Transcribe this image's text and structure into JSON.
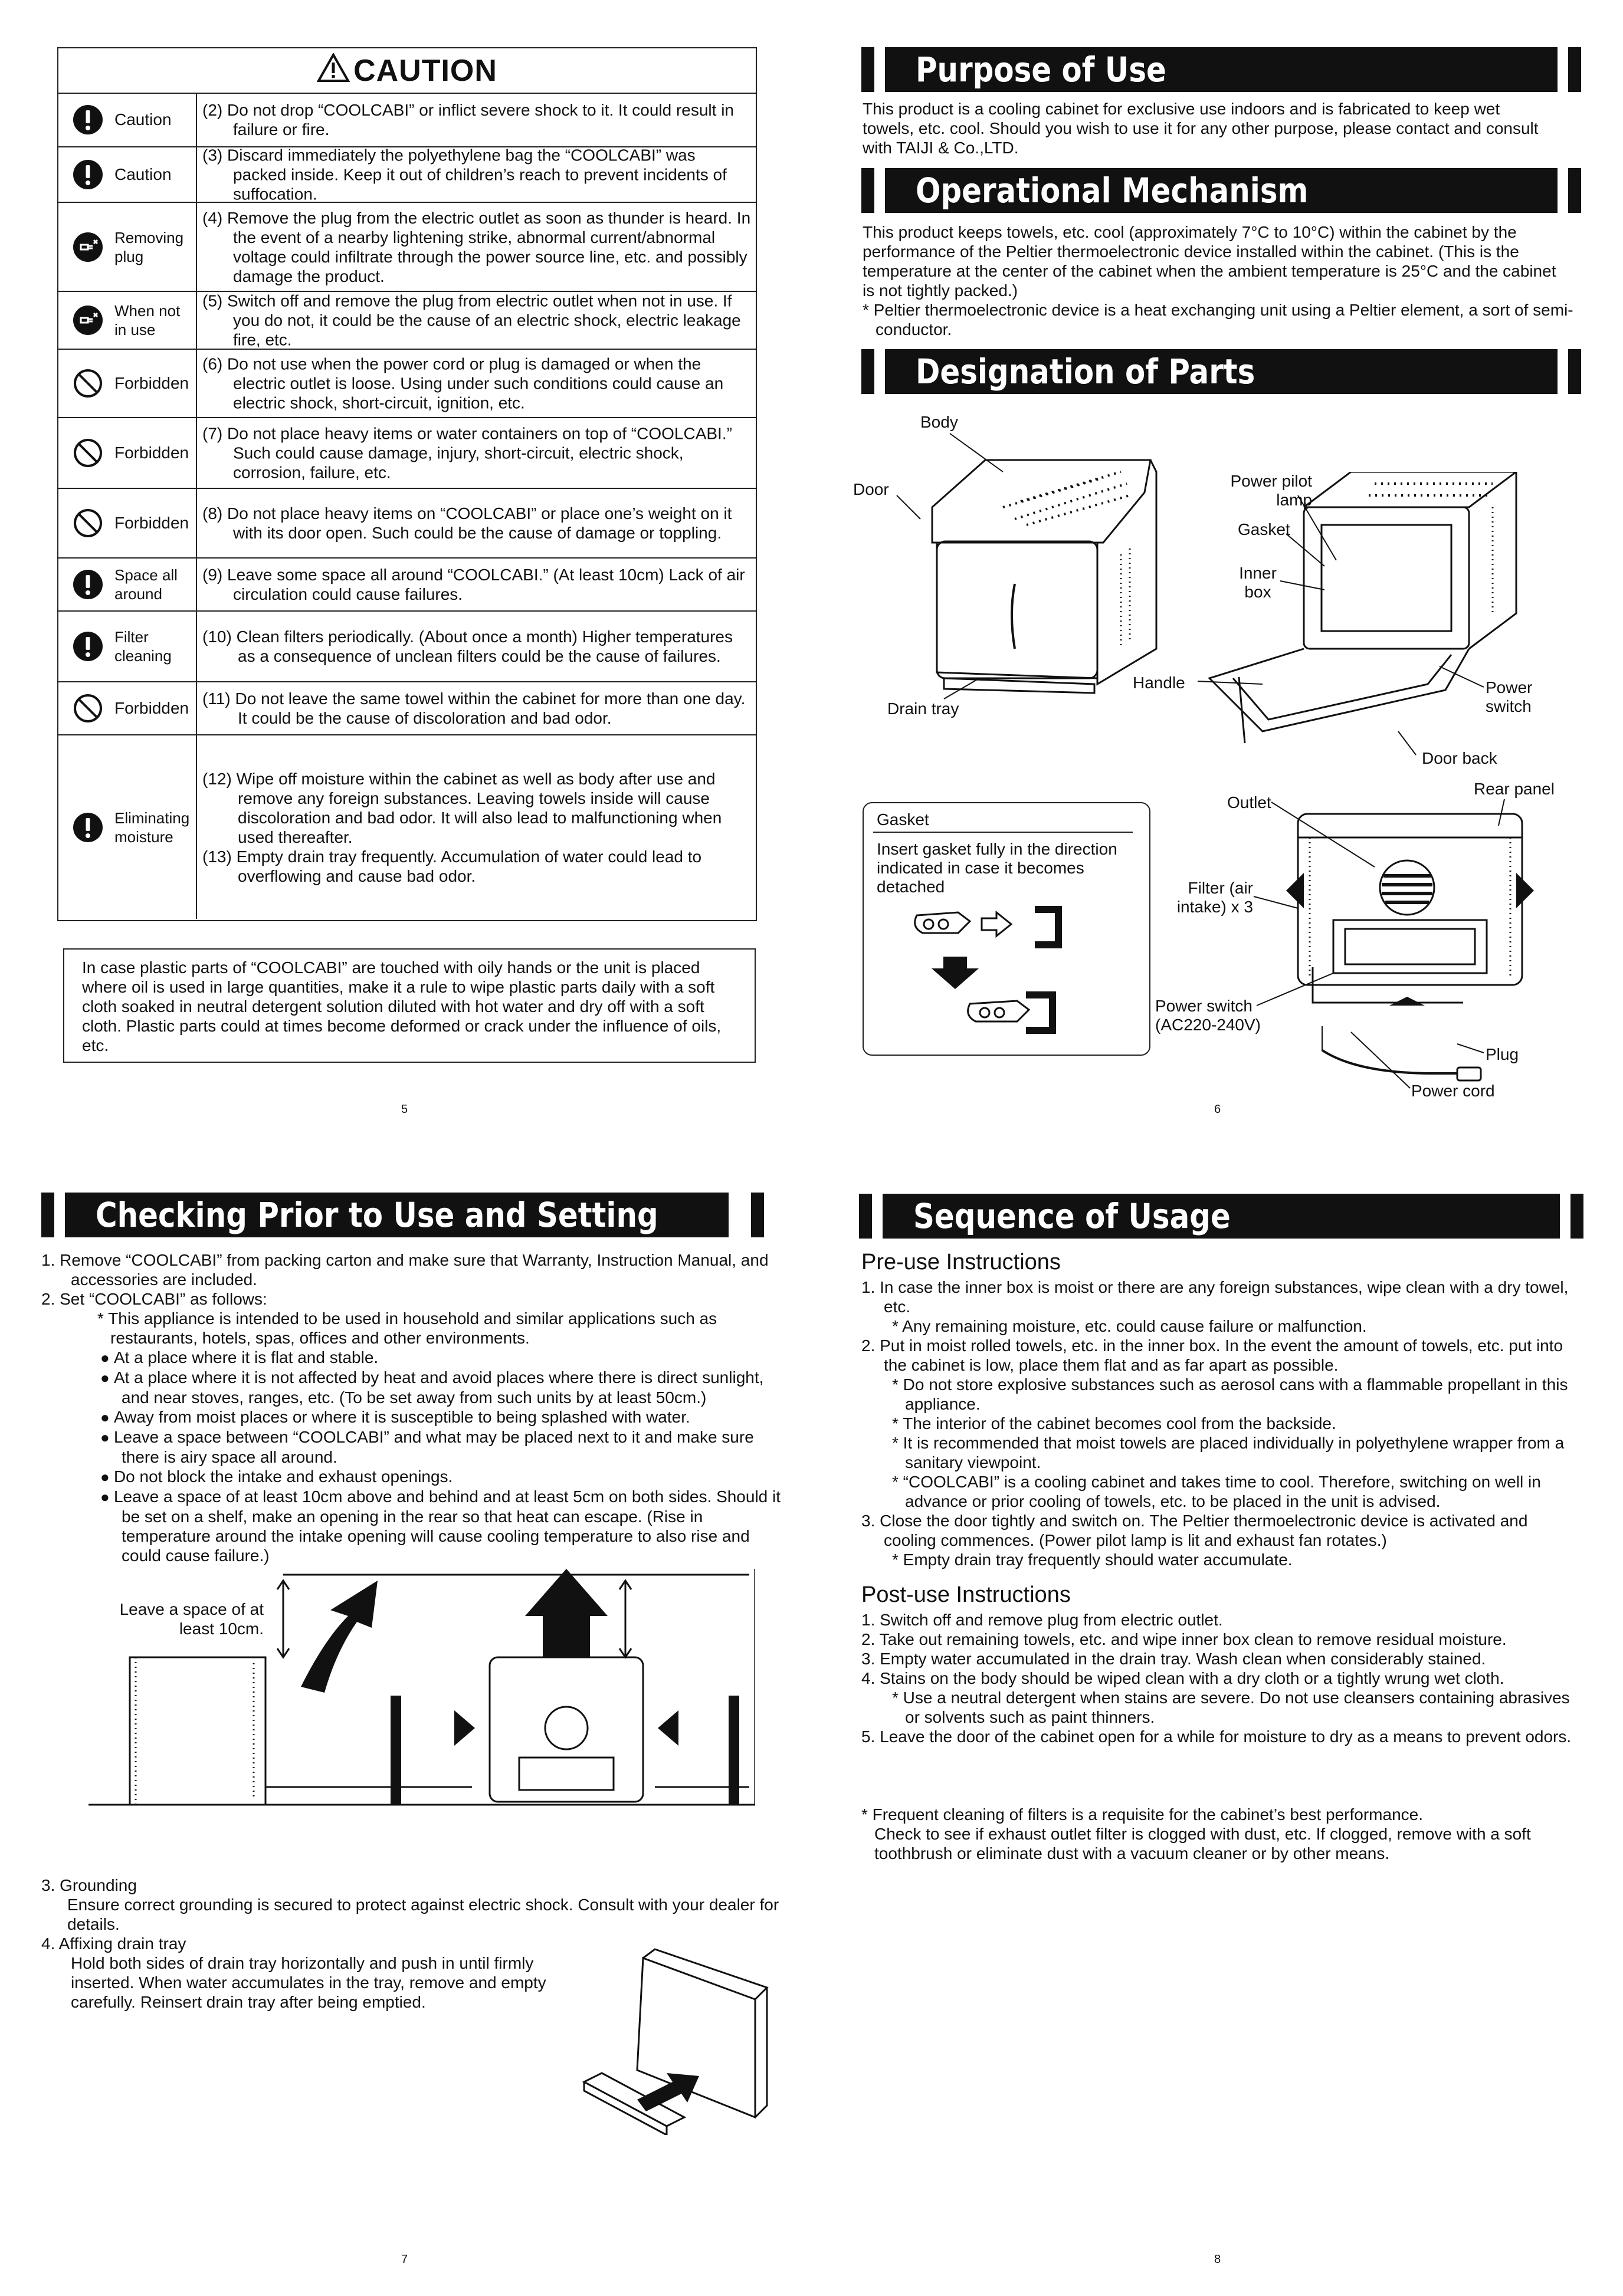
{
  "caution": {
    "title": "CAUTION",
    "rows": [
      {
        "icon": "exclamation-icon",
        "label": "Caution",
        "text": [
          "(2) Do not drop “COOLCABI” or inflict severe shock to it. It could result in failure or fire."
        ]
      },
      {
        "icon": "exclamation-icon",
        "label": "Caution",
        "text": [
          "(3) Discard immediately the polyethylene bag the “COOLCABI” was packed inside.  Keep it out of children’s reach to prevent incidents of suffocation."
        ]
      },
      {
        "icon": "unplug-icon",
        "label": "Removing plug",
        "text": [
          "(4) Remove the plug from the electric outlet as soon as thunder is heard.  In the event of a nearby lightening strike, abnormal current/abnormal voltage could infiltrate through the power source line, etc. and possibly damage the product."
        ]
      },
      {
        "icon": "unplug-icon",
        "label": "When not in use",
        "text": [
          "(5) Switch off and remove the plug from electric outlet when not in use.  If you do not, it could be the cause of an electric shock, electric leakage fire, etc."
        ]
      },
      {
        "icon": "prohibited-icon",
        "label": "Forbidden",
        "text": [
          "(6) Do not use when the power cord or plug is damaged or when the electric outlet is loose.  Using under such conditions could cause an electric shock, short-circuit, ignition, etc."
        ]
      },
      {
        "icon": "prohibited-icon",
        "label": "Forbidden",
        "text": [
          "(7) Do not place heavy items or water containers on top of “COOLCABI.”  Such could cause damage, injury, short-circuit, electric shock, corrosion, failure, etc."
        ]
      },
      {
        "icon": "prohibited-icon",
        "label": "Forbidden",
        "text": [
          "(8) Do not place heavy items on “COOLCABI” or place one’s weight on it with its door open.  Such could be the cause of damage or toppling."
        ]
      },
      {
        "icon": "exclamation-icon",
        "label": "Space all around",
        "text": [
          "(9) Leave some space all around “COOLCABI.”  (At least 10cm) Lack of air circulation could cause failures."
        ]
      },
      {
        "icon": "exclamation-icon",
        "label": "Filter cleaning",
        "text": [
          "(10) Clean filters periodically.  (About once a month)  Higher temperatures as a consequence of unclean filters could be the cause of failures."
        ]
      },
      {
        "icon": "prohibited-icon",
        "label": "Forbidden",
        "text": [
          "(11) Do not leave the same towel within the cabinet for more than one day.  It could be the cause of discoloration and bad odor."
        ]
      },
      {
        "icon": "exclamation-icon",
        "label": "Eliminating moisture",
        "text": [
          "(12) Wipe off moisture within the cabinet as well as body after use and remove any foreign substances.  Leaving towels inside will cause discoloration and bad odor.  It will also lead to malfunctioning when used thereafter.",
          "(13) Empty drain tray frequently.  Accumulation of water could lead to overflowing and cause bad odor."
        ]
      }
    ],
    "plastic_note": "In case plastic parts of “COOLCABI” are touched with oily hands or the unit is placed where oil is used in large quantities, make it a rule to wipe plastic parts daily with a soft cloth soaked in neutral detergent solution diluted with hot water and dry off with a soft cloth.  Plastic parts could at times become deformed or crack under the influence of oils, etc."
  },
  "pages": {
    "p5": "5",
    "p6": "6",
    "p7": "7",
    "p8": "8"
  },
  "purpose": {
    "title": "Purpose of Use",
    "text": "This product is a cooling cabinet for exclusive use indoors and is fabricated to keep wet towels, etc. cool.  Should you wish to use it for any other purpose, please contact and consult with TAIJI & Co.,LTD."
  },
  "mechanism": {
    "title": "Operational Mechanism",
    "text": "This product keeps towels, etc. cool (approximately 7°C to 10°C) within the cabinet by the performance of the Peltier thermoelectronic device installed within the cabinet. (This is the temperature at the center of the cabinet when the ambient temperature is 25°C and the cabinet is not tightly packed.)",
    "note": "* Peltier thermoelectronic device is a heat exchanging unit using a Peltier element, a sort of semi-conductor."
  },
  "parts": {
    "title": "Designation of Parts",
    "labels": {
      "body": "Body",
      "door": "Door",
      "drain_tray": "Drain tray",
      "pilot": "Power pilot lamp",
      "gasket": "Gasket",
      "inner_box": "Inner box",
      "handle": "Handle",
      "power_switch": "Power switch",
      "door_back": "Door back",
      "outlet": "Outlet",
      "rear_panel": "Rear panel",
      "filter": "Filter (air intake) x 3",
      "power_switch_ac": "Power switch (AC220-240V)",
      "plug": "Plug",
      "power_cord": "Power cord"
    },
    "gasket_box": {
      "title": "Gasket",
      "text": "Insert gasket fully in the direction indicated in case it becomes detached"
    }
  },
  "checking": {
    "title": "Checking Prior to Use and Setting",
    "item1": "1.   Remove “COOLCABI” from packing carton and make sure that Warranty, Instruction Manual, and accessories are included.",
    "item2": "2.   Set “COOLCABI” as follows:",
    "item2_note": "* This appliance is intended to be used in household and similar applications such as restaurants, hotels, spas, offices and other environments.",
    "bullets": [
      "At a place where it is flat and stable.",
      "At a place where it is not affected by heat and avoid places where there is direct sunlight, and near stoves, ranges, etc. (To be set away from such units by at least 50cm.)",
      "Away from moist places or where it is susceptible to being splashed with water.",
      "Leave a space between “COOLCABI” and what may be placed next to it and make sure there is airy space all around.",
      "Do not block the intake and exhaust openings.",
      "Leave a space of at least 10cm above and behind and at least 5cm on both sides. Should it be set on a shelf, make an opening in the rear so that heat can escape. (Rise in temperature around the intake opening will cause cooling temperature to also rise and could cause failure.)"
    ],
    "space_label": "Leave a space of at least 10cm.",
    "grounding_title": "3.   Grounding",
    "grounding_text": "Ensure correct grounding is secured to protect against electric shock.  Consult with your dealer for details.",
    "drain_title": "4.   Affixing drain tray",
    "drain_text": "Hold both sides of drain tray horizontally and push in until firmly inserted. When water accumulates in the tray, remove and empty carefully. Reinsert drain tray after being emptied."
  },
  "sequence": {
    "title": "Sequence of Usage",
    "pre_title": "Pre-use Instructions",
    "pre": [
      {
        "text": "1.   In case the inner box is moist or there are any foreign substances, wipe clean with a dry towel, etc.",
        "notes": [
          "* Any remaining moisture, etc. could cause failure or malfunction."
        ]
      },
      {
        "text": "2.   Put in moist rolled towels, etc. in the inner box.  In the event the amount of towels, etc. put into the cabinet is low, place them flat and as far apart as possible.",
        "notes": [
          "* Do not store explosive substances such as aerosol cans with a flammable propellant in this appliance.",
          "* The interior of the cabinet becomes cool from the backside.",
          "* It is recommended that moist towels are placed individually in polyethylene wrapper from a sanitary viewpoint.",
          "* “COOLCABI” is a cooling cabinet and takes time to cool.  Therefore, switching on well in advance or prior cooling of towels, etc. to be placed in the unit is advised."
        ]
      },
      {
        "text": "3.   Close the door tightly and switch on.  The Peltier thermoelectronic device is activated and cooling commences.  (Power pilot lamp is lit and exhaust fan rotates.)",
        "notes": [
          "* Empty drain tray frequently should water accumulate."
        ]
      }
    ],
    "post_title": "Post-use Instructions",
    "post": [
      {
        "text": "1.   Switch off and remove plug from electric outlet.",
        "notes": []
      },
      {
        "text": "2.   Take out remaining towels, etc. and wipe inner box clean to remove residual moisture.",
        "notes": []
      },
      {
        "text": "3.   Empty water accumulated in the drain tray.  Wash clean when considerably stained.",
        "notes": []
      },
      {
        "text": "4.   Stains on the body should be wiped clean with a dry cloth or a tightly wrung wet cloth.",
        "notes": [
          "* Use a neutral detergent when stains are severe.  Do not use cleansers containing abrasives or solvents such as paint thinners."
        ]
      },
      {
        "text": "5.   Leave the door of the cabinet open for a while for moisture to dry as a means to prevent odors.",
        "notes": []
      }
    ],
    "final_note": "* Frequent cleaning of filters is a requisite for the cabinet’s best performance.",
    "final_note2": "Check to see if exhaust outlet filter is clogged with dust, etc.  If clogged, remove with a soft toothbrush or eliminate dust with a vacuum cleaner or by other means."
  }
}
